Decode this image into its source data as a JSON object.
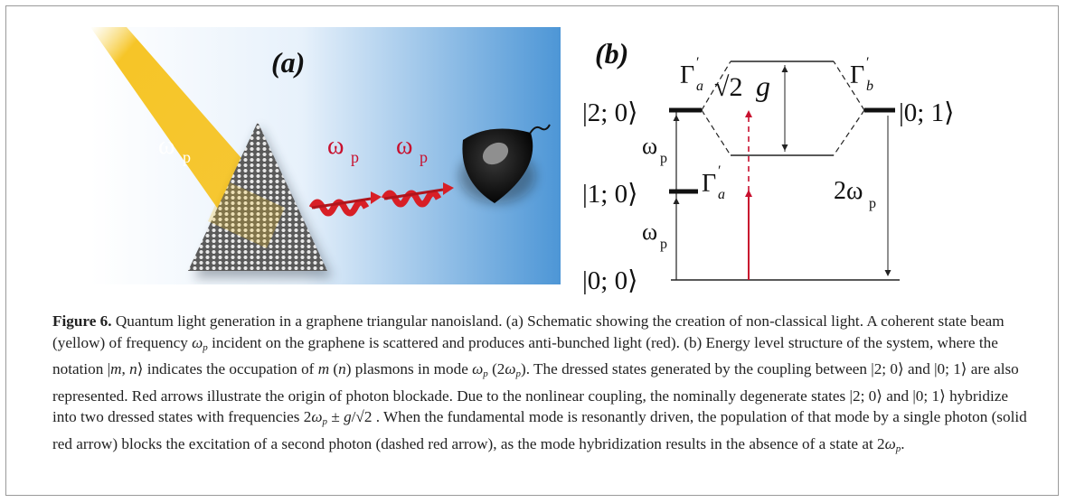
{
  "panel_a": {
    "label": "(a)",
    "beam_label": "ω",
    "beam_label_sub": "p",
    "photon1_label": "ω",
    "photon1_label_sub": "p",
    "photon2_label": "ω",
    "photon2_label_sub": "p",
    "colors": {
      "beam": "#f6c21c",
      "photon": "#d81f26",
      "background_gradient_end": "#4d96d6"
    }
  },
  "panel_b": {
    "label": "(b)",
    "state_20": "|2; 0⟩",
    "state_10": "|1; 0⟩",
    "state_00": "|0; 0⟩",
    "state_01": "|0; 1⟩",
    "gamma_a_top": "Γ",
    "gamma_a_top_sup": "′",
    "gamma_a_top_sub": "a",
    "gamma_b": "Γ",
    "gamma_b_sup": "′",
    "gamma_b_sub": "b",
    "gamma_a_mid": "Γ",
    "gamma_a_mid_sup": "′",
    "gamma_a_mid_sub": "a",
    "omega_upper": "ω",
    "omega_upper_sub": "p",
    "omega_lower": "ω",
    "omega_lower_sub": "p",
    "two_omega": "2ω",
    "two_omega_sub": "p",
    "coupling_sqrt": "√2",
    "coupling_g": "g",
    "colors": {
      "arrow": "#c8102e",
      "line": "#222222"
    }
  },
  "caption": {
    "figure_label": "Figure 6.",
    "text_1": " Quantum light generation in a graphene triangular nanoisland. (a) Schematic showing the creation of non-classical light. A coherent state beam (yellow) of frequency ",
    "omega_p_1": "ω",
    "p_1": "p",
    "text_2": " incident on the graphene is scattered and produces anti-bunched light (red). (b) Energy level structure of the system, where the notation |",
    "m": "m",
    "comma": ", ",
    "n": "n",
    "text_3": "⟩ indicates the occupation of ",
    "m2": "m",
    "text_4": " (",
    "n2": "n",
    "text_5": ") plasmons in mode ",
    "omega_p_2": "ω",
    "p_2": "p",
    "text_6": " (2",
    "omega_p_3": "ω",
    "p_3": "p",
    "text_7": "). The dressed states generated by the coupling between |2; 0⟩ and |0; 1⟩ are also represented. Red arrows illustrate the origin of photon blockade. Due to the nonlinear coupling, the nominally degenerate states |2; 0⟩ and |0; 1⟩ hybridize into two dressed states with frequencies 2",
    "omega_p_4": "ω",
    "p_4": "p",
    "text_8": " ± ",
    "g": "g",
    "text_9": "/√2 . When the fundamental mode is resonantly driven, the population of that mode by a single photon (solid red arrow) blocks the excitation of a second photon (dashed red arrow), as the mode hybridization results in the absence of a state at 2",
    "omega_p_5": "ω",
    "p_5": "p",
    "text_10": "."
  }
}
